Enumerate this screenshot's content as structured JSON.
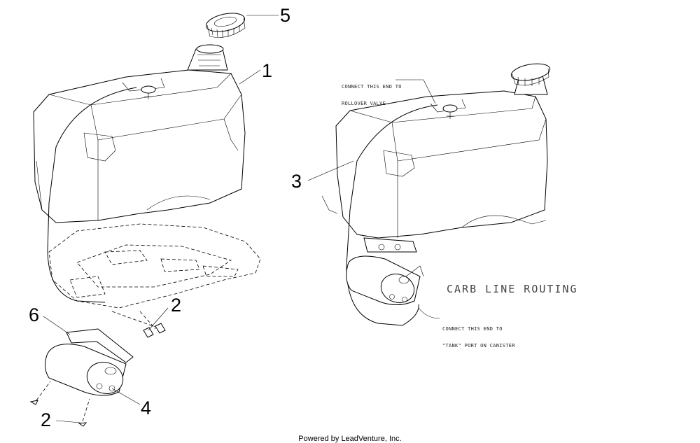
{
  "diagram": {
    "callouts": {
      "c1": "1",
      "c2a": "2",
      "c2b": "2",
      "c3": "3",
      "c4": "4",
      "c5": "5",
      "c6": "6"
    },
    "notes": {
      "rollover_line1": "CONNECT THIS END TO",
      "rollover_line2": "ROLLOVER VALVE",
      "tank_line1": "CONNECT THIS END TO",
      "tank_line2": "\"TANK\" PORT ON CANISTER"
    },
    "heading": "CARB LINE ROUTING",
    "footer": "Powered by LeadVenture, Inc."
  }
}
